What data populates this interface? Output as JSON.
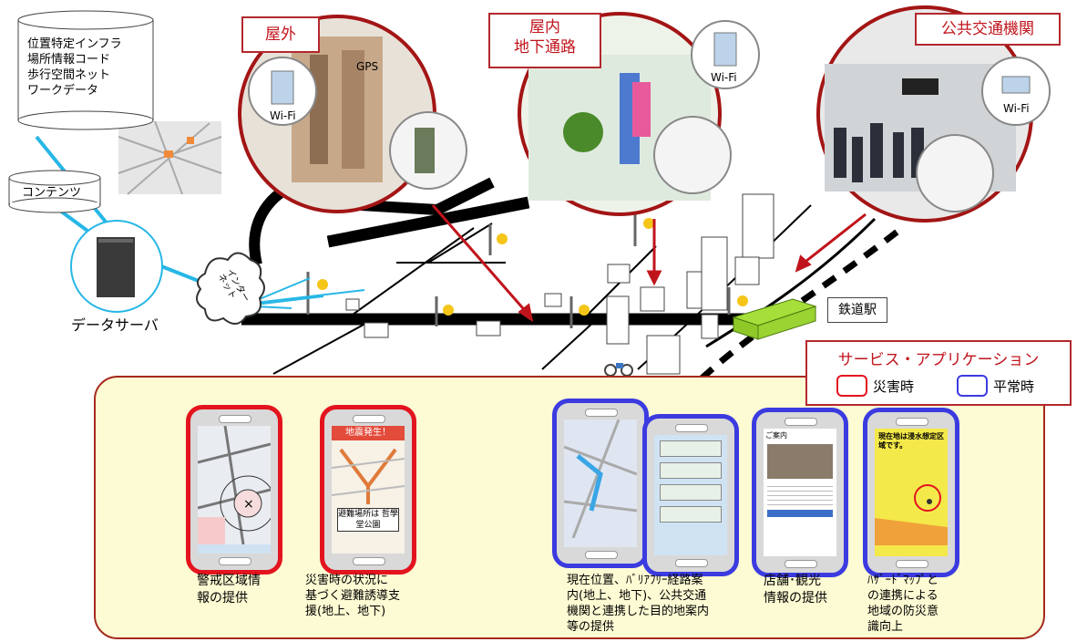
{
  "labels": {
    "outdoor": "屋外",
    "indoor_line1": "屋内",
    "indoor_line2": "地下通路",
    "public_transport": "公共交通機関",
    "gps": "GPS",
    "wifi": "Wi-Fi",
    "infra_lines": [
      "位置特定インフラ",
      "場所情報コード",
      "歩行空間ネット",
      "ワークデータ"
    ],
    "contents": "コンテンツ",
    "data_server": "データサーバ",
    "internet": "インターネット",
    "station": "鉄道駅"
  },
  "legend": {
    "title": "サービス・アプリケーション",
    "disaster": "災害時",
    "normal": "平常時",
    "disaster_color": "#e3141e",
    "normal_color": "#3b3be0"
  },
  "phones": {
    "p2_header": "地震発生！",
    "p2_bottom": "避難場所は 哲學堂公園",
    "p5_title": "ご案内",
    "p6_text": "現在地は浸水想定区域です。"
  },
  "captions": [
    {
      "lines": [
        "警戒区域情",
        "報の提供"
      ]
    },
    {
      "lines": [
        "災害時の状況に",
        "基づく避難誘導支",
        "援(地上、地下)"
      ]
    },
    {
      "lines": [
        "現在位置、ﾊﾞﾘｱﾌﾘｰ経路案",
        "内(地上、地下)、公共交通",
        "機関と連携した目的地案内",
        "等の提供"
      ]
    },
    {
      "lines": [
        "店舗･観光",
        "情報の提供"
      ]
    },
    {
      "lines": [
        "ﾊｻﾞｰﾄﾞﾏｯﾌﾟと",
        "の連携による",
        "地域の防災意",
        "識向上"
      ]
    }
  ]
}
